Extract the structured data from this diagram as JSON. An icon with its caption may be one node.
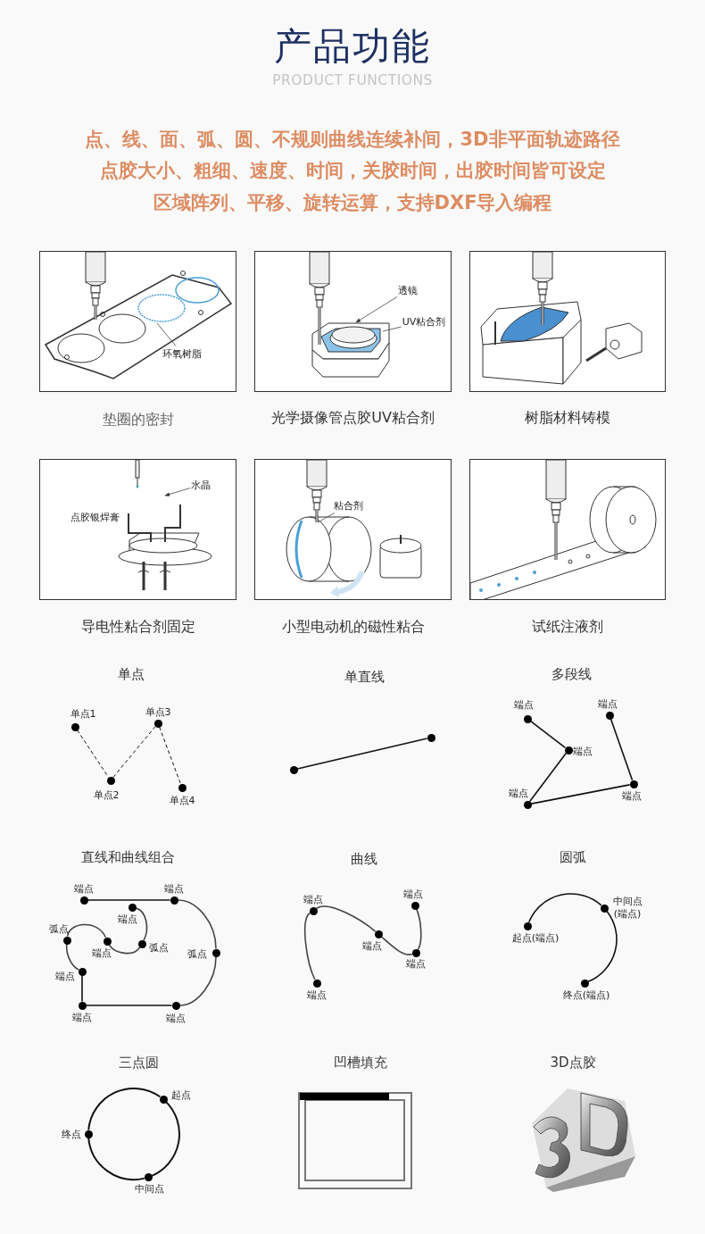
{
  "diagram": {
    "title": "产品功能",
    "nodes": [
      {
        "text": [],
        "shape": "picture",
        "beside": [
          "垫圈的密封"
        ]
      },
      {
        "text": [
          "环氧树脂"
        ],
        "in": 0
      },
      {
        "text": [],
        "shape": "picture",
        "beside": [
          "光学摄像管点胶UV粘合剂"
        ]
      },
      {
        "text": [
          "透镜"
        ],
        "in": 2
      },
      {
        "text": [
          "UV粘合剂"
        ],
        "in": 2
      },
      {
        "text": [],
        "shape": "picture",
        "beside": [
          "树脂材料铸模"
        ]
      },
      {
        "text": [],
        "shape": "picture",
        "beside": [
          "导电性粘合剂固定"
        ]
      },
      {
        "text": [
          "水晶"
        ],
        "in": 6
      },
      {
        "text": [
          "点胶银焊膏"
        ],
        "in": 6
      },
      {
        "text": [],
        "shape": "picture",
        "beside": [
          "小型电动机的磁性粘合"
        ]
      },
      {
        "text": [
          "粘合剂"
        ],
        "in": 9
      },
      {
        "text": [],
        "shape": "picture",
        "beside": [
          "试纸注液剂"
        ]
      },
      {
        "text": [],
        "shape": "circle",
        "beside": [
          "单点1"
        ]
      },
      {
        "text": [],
        "shape": "circle",
        "beside": [
          "单点2"
        ]
      },
      {
        "text": [],
        "shape": "circle",
        "beside": [
          "单点3"
        ]
      },
      {
        "text": [],
        "shape": "circle",
        "beside": [
          "单点4"
        ]
      },
      {
        "text": [],
        "shape": "circle"
      },
      {
        "text": [],
        "shape": "circle"
      },
      {
        "text": [],
        "shape": "circle",
        "beside": [
          "端点"
        ]
      },
      {
        "text": [],
        "shape": "circle",
        "beside": [
          "端点"
        ]
      },
      {
        "text": [],
        "shape": "circle",
        "beside": [
          "端点"
        ]
      },
      {
        "text": [],
        "shape": "circle",
        "beside": [
          "端点"
        ]
      },
      {
        "text": [],
        "shape": "circle",
        "beside": [
          "端点"
        ]
      },
      {
        "text": [],
        "shape": "circle",
        "beside": [
          "端点"
        ]
      },
      {
        "text": [],
        "shape": "circle",
        "beside": [
          "端点"
        ]
      },
      {
        "text": [],
        "shape": "circle",
        "beside": [
          "弧点"
        ]
      },
      {
        "text": [],
        "shape": "circle",
        "beside": [
          "端点"
        ]
      },
      {
        "text": [],
        "shape": "circle",
        "beside": [
          "端点"
        ]
      },
      {
        "text": [],
        "shape": "circle",
        "beside": [
          "端点"
        ]
      },
      {
        "text": [],
        "shape": "circle",
        "beside": [
          "弧点"
        ]
      },
      {
        "text": [],
        "shape": "circle",
        "beside": [
          "端点"
        ]
      },
      {
        "text": [],
        "shape": "circle",
        "beside": [
          "弧点"
        ]
      },
      {
        "text": [],
        "shape": "circle",
        "beside": [
          "端点"
        ]
      },
      {
        "text": [],
        "shape": "circle",
        "beside": [
          "端点"
        ]
      },
      {
        "text": [],
        "shape": "circle",
        "beside": [
          "端点"
        ]
      },
      {
        "text": [],
        "shape": "circle",
        "beside": [
          "端点"
        ]
      },
      {
        "text": [],
        "shape": "circle",
        "beside": [
          "端点"
        ]
      },
      {
        "text": [],
        "shape": "circle",
        "beside": [
          "端点"
        ]
      },
      {
        "text": [],
        "shape": "circle",
        "beside": [
          "起点(端点)"
        ]
      },
      {
        "text": [],
        "shape": "circle",
        "beside": [
          "中间点(端点)"
        ]
      },
      {
        "text": [],
        "shape": "circle",
        "beside": [
          "终点(端点)"
        ]
      },
      {
        "text": [],
        "shape": "circle",
        "beside": [
          "起点"
        ]
      },
      {
        "text": [],
        "shape": "circle",
        "beside": [
          "中间点"
        ]
      },
      {
        "text": [],
        "shape": "circle",
        "beside": [
          "终点"
        ]
      }
    ],
    "edges": [
      {
        "from": 1,
        "to": null,
        "arrow": "none"
      },
      {
        "from": 3,
        "to": null,
        "arrow": "to"
      },
      {
        "from": 4,
        "to": null,
        "arrow": "none"
      },
      {
        "from": 7,
        "to": null,
        "arrow": "to"
      },
      {
        "from": 10,
        "to": null,
        "arrow": "none"
      },
      {
        "from": 12,
        "to": 13,
        "arrow": "none",
        "style": "dashed"
      },
      {
        "from": 13,
        "to": 14,
        "arrow": "none",
        "style": "dashed"
      },
      {
        "from": 14,
        "to": 15,
        "arrow": "none",
        "style": "dashed"
      },
      {
        "from": 16,
        "to": 17,
        "arrow": "none"
      },
      {
        "from": 18,
        "to": 19,
        "arrow": "none"
      },
      {
        "from": 19,
        "to": 20,
        "arrow": "none"
      },
      {
        "from": 20,
        "to": 21,
        "arrow": "none"
      },
      {
        "from": 21,
        "to": 22,
        "arrow": "none"
      },
      {
        "from": 23,
        "to": 24,
        "arrow": "none"
      },
      {
        "from": 24,
        "to": 25,
        "arrow": "none"
      },
      {
        "from": 25,
        "to": 26,
        "arrow": "none"
      },
      {
        "from": 26,
        "to": 27,
        "arrow": "none"
      },
      {
        "from": 27,
        "to": 28,
        "arrow": "none"
      },
      {
        "from": 28,
        "to": 29,
        "arrow": "none"
      },
      {
        "from": 29,
        "to": 30,
        "arrow": "none"
      },
      {
        "from": 30,
        "to": 31,
        "arrow": "none"
      },
      {
        "from": 31,
        "to": 32,
        "arrow": "none"
      },
      {
        "from": 33,
        "to": 34,
        "arrow": "none"
      },
      {
        "from": 34,
        "to": 35,
        "arrow": "none"
      },
      {
        "from": 35,
        "to": 36,
        "arrow": "none"
      },
      {
        "from": 36,
        "to": 37,
        "arrow": "none"
      },
      {
        "from": 38,
        "to": 39,
        "arrow": "none"
      },
      {
        "from": 39,
        "to": 40,
        "arrow": "none"
      },
      {
        "from": 41,
        "to": 42,
        "arrow": "none"
      },
      {
        "from": 42,
        "to": 43,
        "arrow": "none"
      },
      {
        "from": 43,
        "to": 41,
        "arrow": "none"
      }
    ],
    "labels": [
      "PRODUCT FUNCTIONS",
      "点、线、面、弧、圆、不规则曲线连续补间，3D非平面轨迹路径",
      "点胶大小、粗细、速度、时间，关胶时间，出胶时间皆可设定",
      "区域阵列、平移、旋转运算，支持DXF导入编程",
      "单点",
      "单直线",
      "多段线",
      "直线和曲线组合",
      "曲线",
      "圆弧",
      "三点圆",
      "凹槽填充",
      "3D点胶"
    ]
  }
}
